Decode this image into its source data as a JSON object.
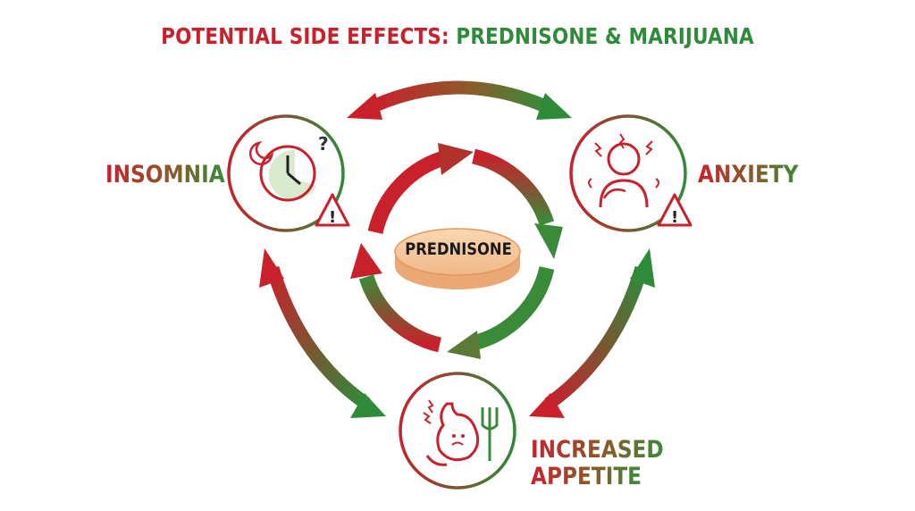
{
  "title": {
    "part1": "POTENTIAL SIDE EFFECTS: ",
    "part2": "PREDNISONE & MARIJUANA"
  },
  "center_label": "PREDNISONE",
  "effects": {
    "insomnia": "INSOMNIA",
    "anxiety": "ANXIETY",
    "appetite_line1": "INCREASED",
    "appetite_line2": "APPETITE"
  },
  "icons": {
    "insomnia": "moon-clock-question-icon",
    "anxiety": "stressed-person-icon",
    "appetite": "stomach-fork-icon",
    "warning": "warning-triangle-icon",
    "center": "pill-icon"
  },
  "colors": {
    "red": "#c8212b",
    "green": "#2e8b3a",
    "pill": "#f6c79a"
  }
}
